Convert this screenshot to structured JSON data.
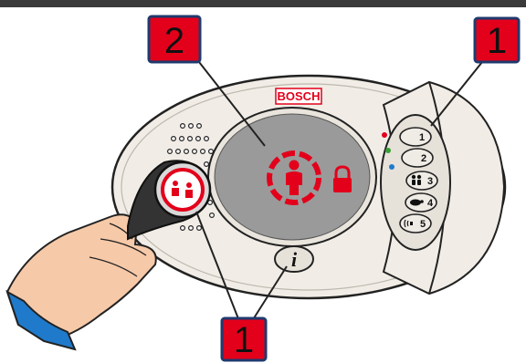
{
  "callouts": [
    {
      "label": "2",
      "target": "display"
    },
    {
      "label": "1",
      "target": "keypad"
    },
    {
      "label": "1",
      "target": "token-and-info-key"
    }
  ],
  "device": {
    "brand": "BOSCH",
    "display_icons": [
      "person-icon",
      "padlock-icon"
    ],
    "info_key": {
      "label": "i"
    },
    "keys": [
      {
        "label": "1",
        "icon": ""
      },
      {
        "label": "2",
        "icon": ""
      },
      {
        "label": "3",
        "icon": "two-persons-icon"
      },
      {
        "label": "4",
        "icon": "turtle-icon"
      },
      {
        "label": "5",
        "icon": "alarm-waves-icon"
      }
    ]
  },
  "colors": {
    "callout_fill": "#e3001b",
    "callout_border": "#1f3a6e",
    "brand": "#e3001b",
    "display": "#9a9a9a",
    "housing": "#f1ede6",
    "glove": "#1f7acb"
  }
}
